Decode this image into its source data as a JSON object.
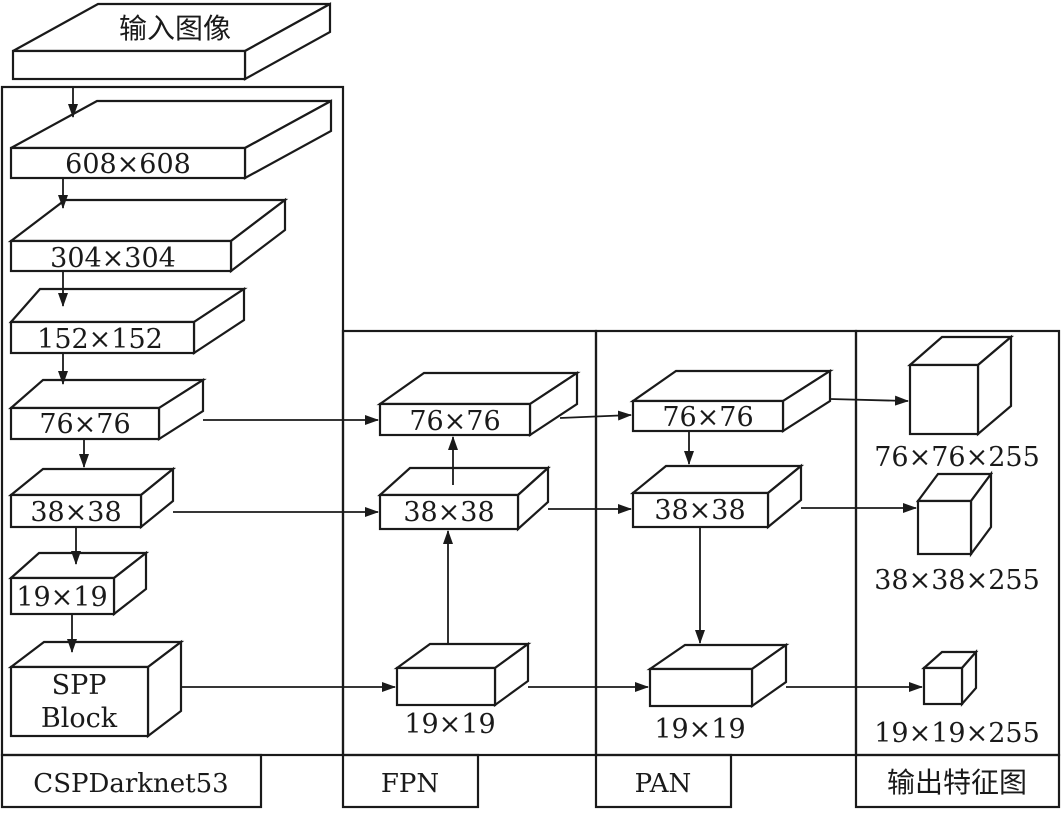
{
  "input": {
    "label": "输入图像"
  },
  "backbone": {
    "title": "CSPDarknet53",
    "layers": [
      "608×608",
      "304×304",
      "152×152",
      "76×76",
      "38×38",
      "19×19"
    ],
    "spp": {
      "line1": "SPP",
      "line2": "Block"
    }
  },
  "fpn": {
    "title": "FPN",
    "nodes": [
      "76×76",
      "38×38",
      "19×19"
    ]
  },
  "pan": {
    "title": "PAN",
    "nodes": [
      "76×76",
      "38×38",
      "19×19"
    ]
  },
  "outputs": {
    "title": "输出特征图",
    "items": [
      "76×76×255",
      "38×38×255",
      "19×19×255"
    ]
  }
}
